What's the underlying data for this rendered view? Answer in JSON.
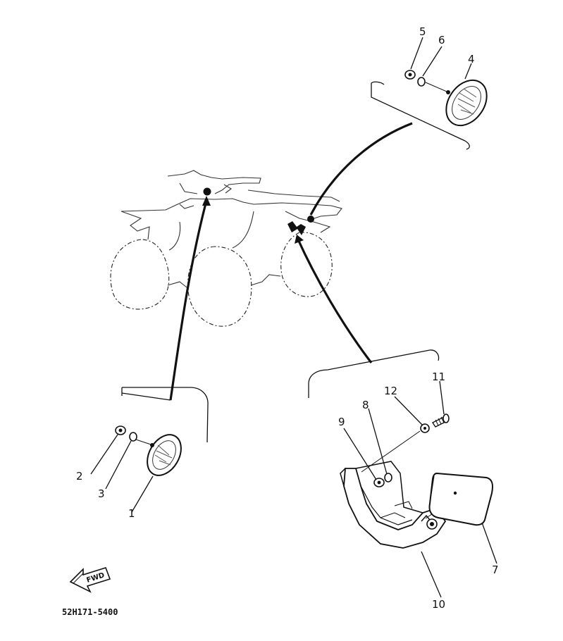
{
  "diagram": {
    "part_number": "52H171-5400",
    "forward_label": "FWD",
    "callouts": [
      {
        "id": "c1",
        "text": "1"
      },
      {
        "id": "c2",
        "text": "2"
      },
      {
        "id": "c3",
        "text": "3"
      },
      {
        "id": "c4",
        "text": "4"
      },
      {
        "id": "c5",
        "text": "5"
      },
      {
        "id": "c6",
        "text": "6"
      },
      {
        "id": "c7",
        "text": "7"
      },
      {
        "id": "c8",
        "text": "8"
      },
      {
        "id": "c9",
        "text": "9"
      },
      {
        "id": "c10",
        "text": "10"
      },
      {
        "id": "c11",
        "text": "11"
      },
      {
        "id": "c12",
        "text": "12"
      }
    ],
    "colors": {
      "ink": "#111111",
      "paper": "#ffffff"
    }
  }
}
